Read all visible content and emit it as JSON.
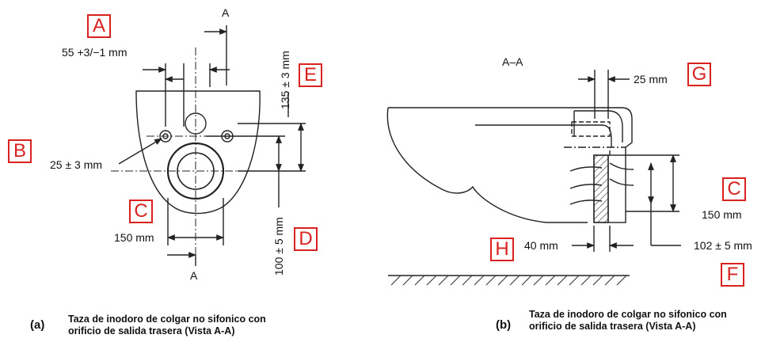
{
  "panel_a": {
    "section_mark_top": "A",
    "section_mark_bottom": "A",
    "dim_width_top": "55 +3/−1 mm",
    "dim_hole_spacing": "25 ± 3 mm",
    "dim_outlet_width": "150 mm",
    "dim_vertical_top": "135 ± 3 mm",
    "dim_vertical_bottom": "100 ± 5 mm",
    "caption_letter": "(a)",
    "caption_line1": "Taza de inodoro de colgar no sifonico con",
    "caption_line2": "orificio de salida trasera (Vista A-A)"
  },
  "panel_b": {
    "section_title": "A–A",
    "dim_top": "25 mm",
    "dim_outlet": "150 mm",
    "dim_left": "40 mm",
    "dim_right": "102 ± 5 mm",
    "caption_letter": "(b)",
    "caption_line1": "Taza de inodoro de colgar no sifonico con",
    "caption_line2": "orificio de salida trasera (Vista A-A)"
  },
  "callouts": {
    "A": "A",
    "B": "B",
    "C_left": "C",
    "D": "D",
    "E": "E",
    "G": "G",
    "C_right": "C",
    "H": "H",
    "F": "F"
  },
  "colors": {
    "callout": "#d9221f",
    "line": "#222222",
    "background": "#ffffff"
  }
}
